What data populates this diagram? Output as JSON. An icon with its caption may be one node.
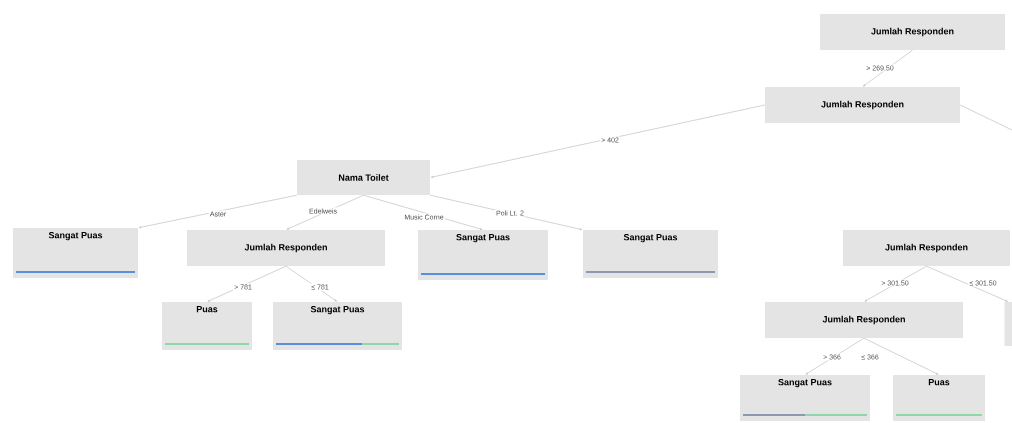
{
  "diagram": {
    "nodes": [
      {
        "text": [
          "Jumlah Responden"
        ]
      },
      {
        "text": [
          "Jumlah Responden"
        ]
      },
      {
        "text": [
          "Nama Toilet"
        ]
      },
      {
        "text": [
          "Sangat Puas"
        ]
      },
      {
        "text": [
          "Jumlah Responden"
        ]
      },
      {
        "text": [
          "Sangat Puas"
        ]
      },
      {
        "text": [
          "Sangat Puas"
        ]
      },
      {
        "text": [
          "Puas"
        ]
      },
      {
        "text": [
          "Sangat Puas"
        ]
      },
      {
        "text": [
          "Jumlah Responden"
        ]
      },
      {
        "text": [
          "Jumlah Responden"
        ]
      },
      {
        "text": [],
        "shape": "box"
      },
      {
        "text": [
          "Sangat Puas"
        ]
      },
      {
        "text": [
          "Puas"
        ]
      }
    ],
    "edges": [
      {
        "from": 0,
        "to": 1,
        "arrow": "to",
        "label": "> 269.50"
      },
      {
        "from": 1,
        "to": 2,
        "arrow": "to",
        "label": "> 402"
      },
      {
        "from": 1,
        "to": null,
        "arrow": "none"
      },
      {
        "from": 2,
        "to": 3,
        "arrow": "to",
        "label": "Aster"
      },
      {
        "from": 2,
        "to": 4,
        "arrow": "to",
        "label": "Edelweis"
      },
      {
        "from": 2,
        "to": 5,
        "arrow": "to",
        "label": "Music Corne"
      },
      {
        "from": 2,
        "to": 6,
        "arrow": "to",
        "label": "Poli Lt. 2"
      },
      {
        "from": 4,
        "to": 7,
        "arrow": "to",
        "label": "> 781"
      },
      {
        "from": 4,
        "to": 8,
        "arrow": "to",
        "label": "≤ 781"
      },
      {
        "from": 9,
        "to": 10,
        "arrow": "to",
        "label": "> 301.50"
      },
      {
        "from": 9,
        "to": 11,
        "arrow": "to",
        "label": "≤ 301.50"
      },
      {
        "from": 10,
        "to": 12,
        "arrow": "to",
        "label": "> 366"
      },
      {
        "from": 10,
        "to": 13,
        "arrow": "to",
        "label": "≤ 366"
      }
    ]
  }
}
